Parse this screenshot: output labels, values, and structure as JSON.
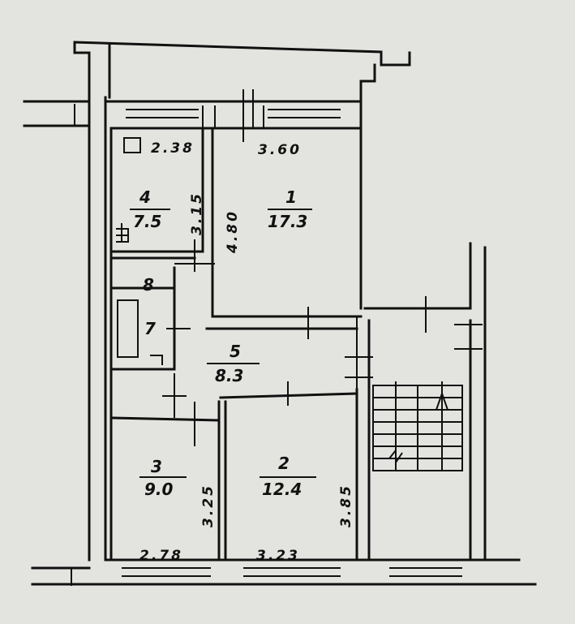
{
  "rooms": [
    {
      "number": "1",
      "area": "17.3"
    },
    {
      "number": "2",
      "area": "12.4"
    },
    {
      "number": "3",
      "area": "9.0"
    },
    {
      "number": "4",
      "area": "7.5"
    },
    {
      "number": "5",
      "area": "8.3"
    },
    {
      "number": "7"
    },
    {
      "number": "8"
    }
  ],
  "dimensions": {
    "room4_width": "2.38",
    "room4_length": "3.15",
    "room1_width": "3.60",
    "room1_length": "4.80",
    "room3_width": "2.78",
    "room3_length": "3.25",
    "room2_width": "3.23",
    "room2_length": "3.85"
  }
}
